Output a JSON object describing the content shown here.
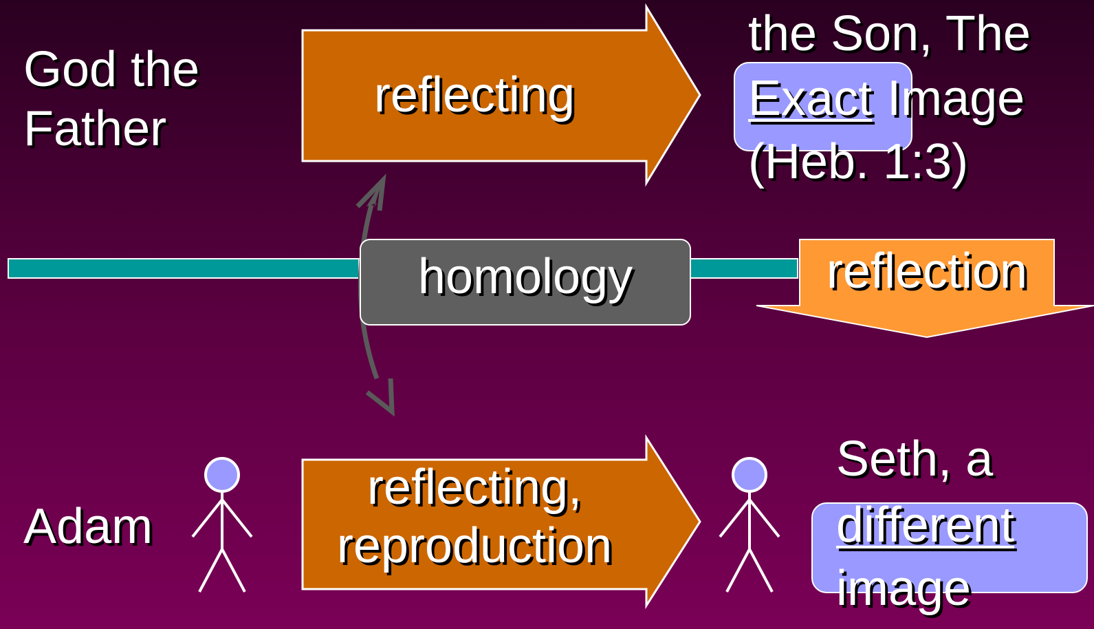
{
  "top_left": {
    "line1": "God the",
    "line2": "Father"
  },
  "top_arrow": {
    "label": "reflecting"
  },
  "top_right": {
    "line1": "the Son, The",
    "exact_word": "Exact",
    "image_word": "Image",
    "reference": "(Heb. 1:3)"
  },
  "middle": {
    "homology_label": "homology",
    "reflection_label": "reflection"
  },
  "bottom_left": {
    "label": "Adam"
  },
  "bottom_arrow": {
    "line1": "reflecting,",
    "line2": "reproduction"
  },
  "bottom_right": {
    "line1": "Seth, a",
    "different_word": "different",
    "image_word": "image"
  },
  "colors": {
    "arrow_fill": "#cc6600",
    "reflection_fill": "#ff9933",
    "teal_bar": "#009999",
    "homology_box": "#5f5f5f",
    "highlight": "#9999ff"
  }
}
